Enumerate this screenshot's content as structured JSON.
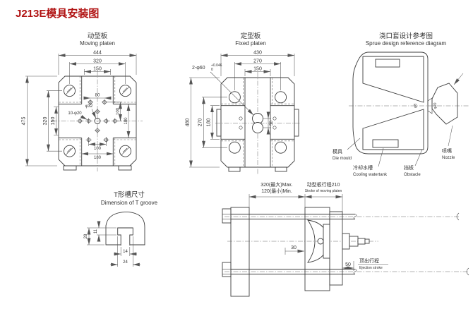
{
  "page_title": "J213E模具安装图",
  "colors": {
    "title_red": "#b01212",
    "line": "#3d3d3d"
  },
  "moving_platen": {
    "title_cn": "动型板",
    "title_en": "Moving platen",
    "dims": {
      "overall_w": "444",
      "tiebar_span_h": "320",
      "slot_span_h": "150",
      "overall_h": "475",
      "tiebar_span_v": "320",
      "slot_span_v": "150",
      "hole_pair_top": "80",
      "holes": "10-φ20",
      "center_hole": "φ32",
      "pitch_v": "100",
      "band_v": "180",
      "pitch_b": "100",
      "band_b": "180"
    }
  },
  "fixed_platen": {
    "title_cn": "定型板",
    "title_en": "Fixed platen",
    "dims": {
      "overall_w": "430",
      "tiebar_span_h": "270",
      "slot_w": "150",
      "overall_h": "480",
      "tiebar_span_v": "270",
      "band_h": "180",
      "sprue_holes": "2-φ60",
      "tol_up": "+0.046",
      "tol_dn": "0",
      "hole_dist": "50"
    }
  },
  "sprue_diagram": {
    "title_cn": "浇口套设计参考图",
    "title_en": "Sprue design reference diagram",
    "die_cn": "模具",
    "die_en": "Die mould",
    "cooling_cn": "冷却水槽",
    "cooling_en": "Cooling watertank",
    "obstacle_cn": "挡板",
    "obstacle_en": "Obstacle",
    "nozzle_cn": "喷嘴",
    "nozzle_en": "Nozzle",
    "dim_orifice": "φ8",
    "dim_nozzle": "φ20"
  },
  "t_groove": {
    "title_cn": "T形槽尺寸",
    "title_en": "Dimension of T groove",
    "dims": {
      "depth": "28",
      "head_h": "11",
      "neck_w": "14",
      "head_w": "24"
    }
  },
  "side_view": {
    "dim_max": "320(最大)Max.",
    "dim_min": "120(最小)Min.",
    "stroke_cn": "动型板行程210",
    "stroke_en": "Stroke of moving platen",
    "eject_cn": "顶出行程",
    "eject_en": "Ejection stroke",
    "dim_30": "30",
    "dim_50": "50"
  }
}
